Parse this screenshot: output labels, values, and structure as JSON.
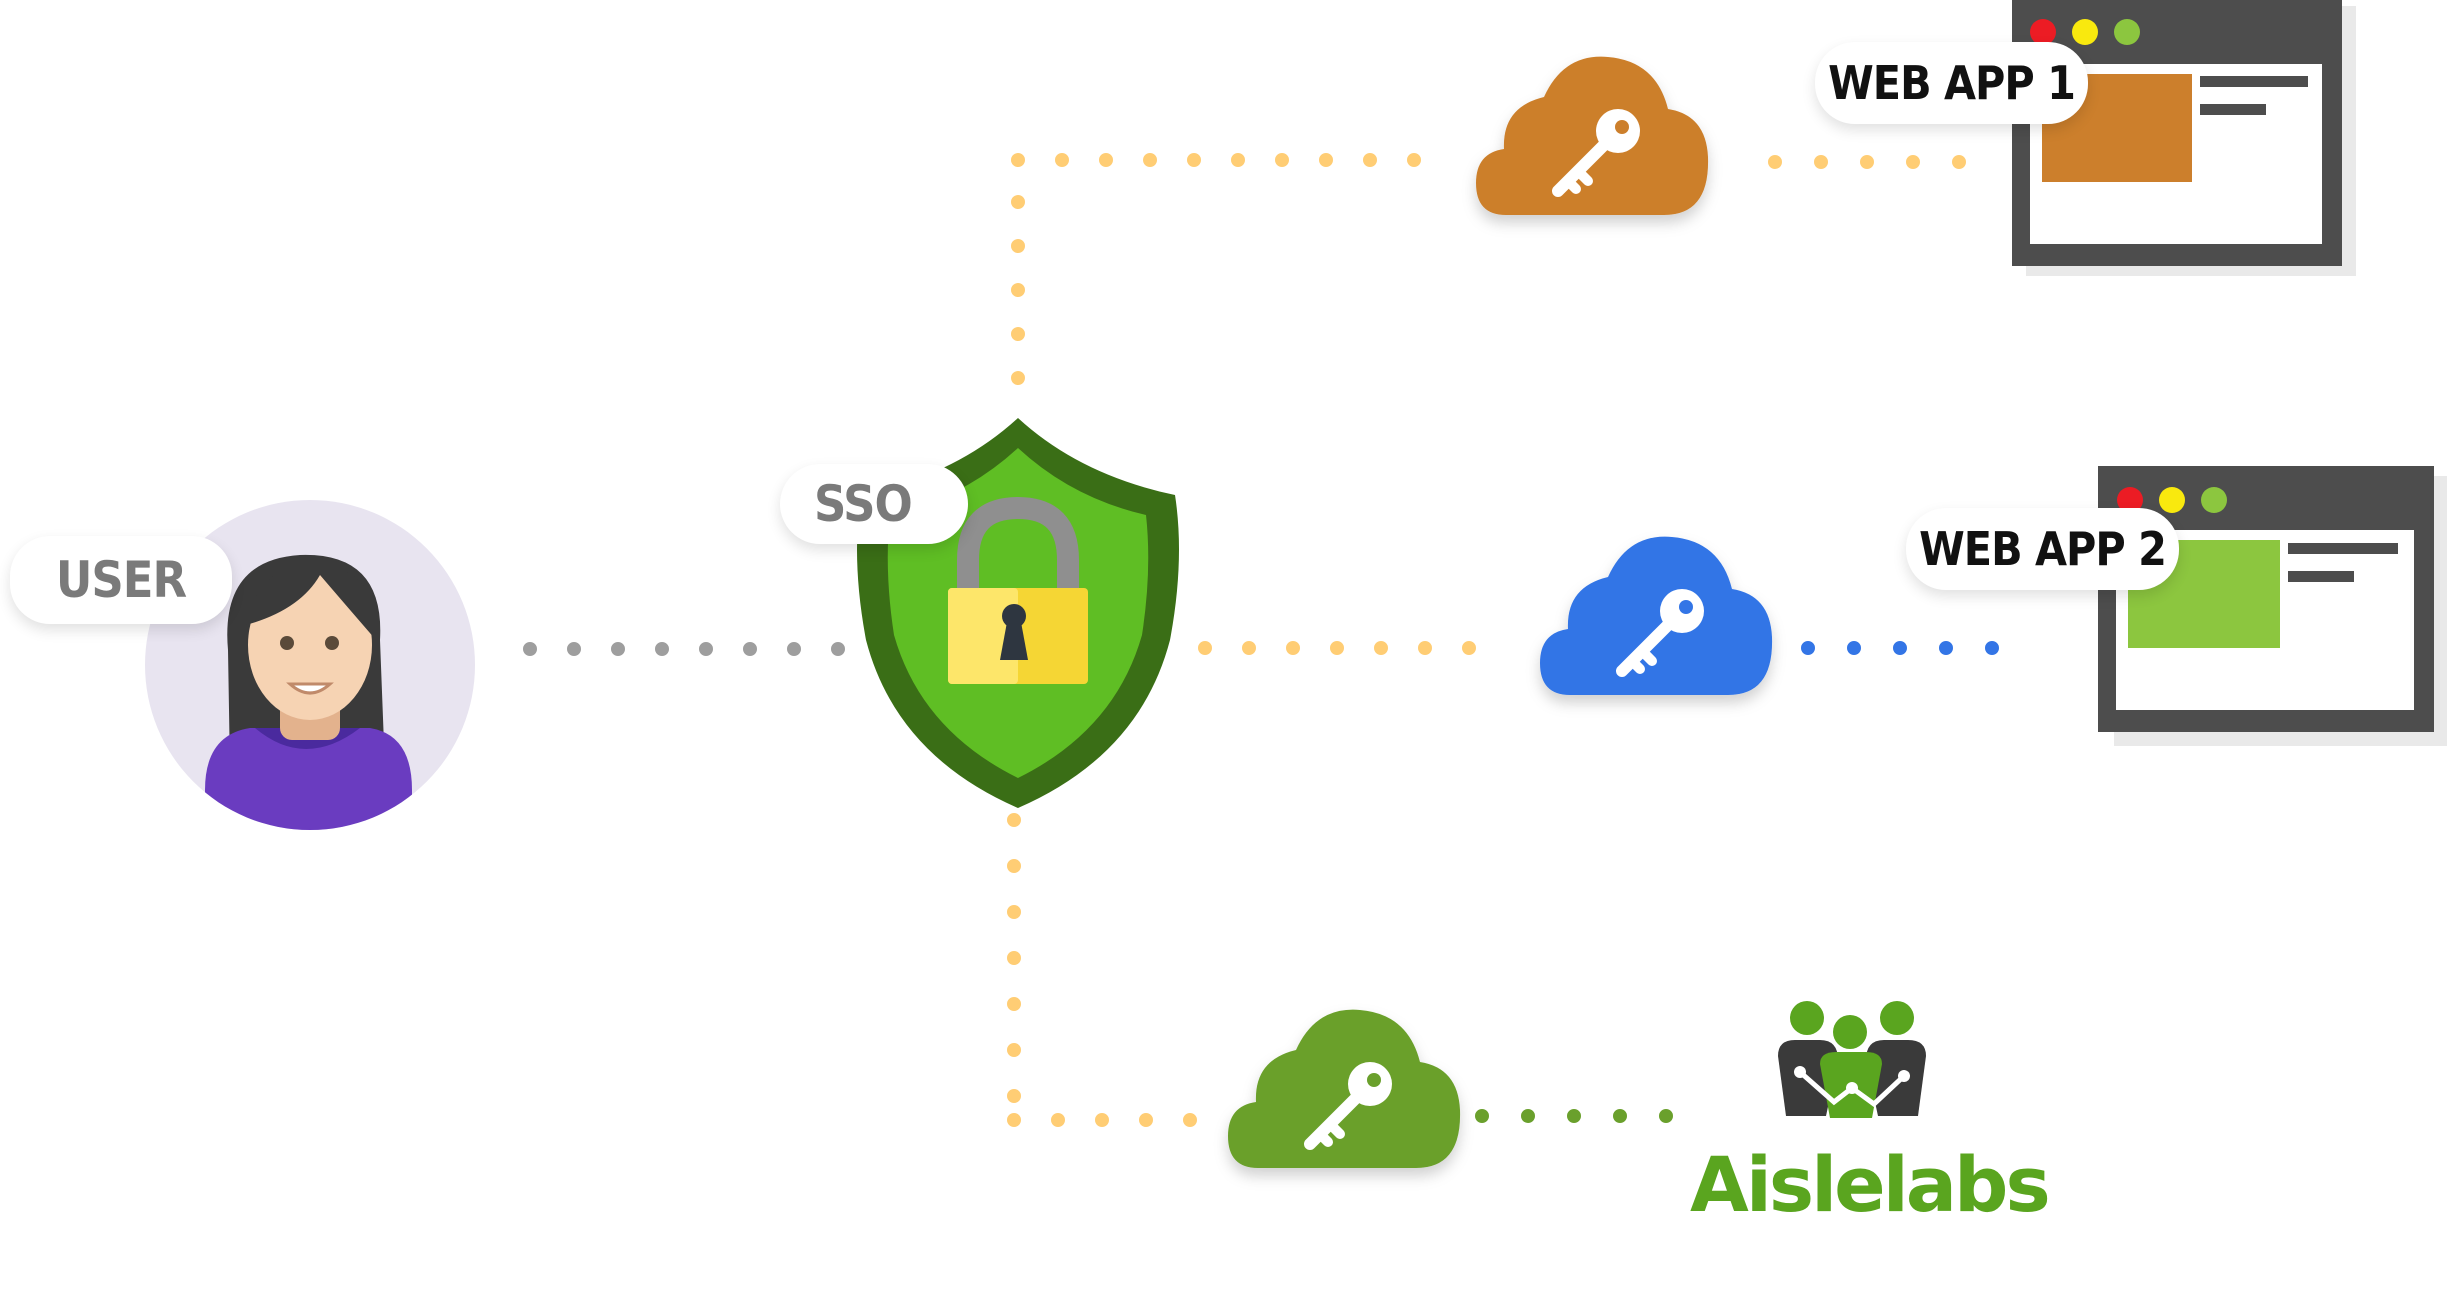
{
  "labels": {
    "user": "USER",
    "sso": "SSO",
    "web_app_1": "WEB APP 1",
    "web_app_2": "WEB APP 2"
  },
  "brand": {
    "name": "Aislelabs"
  },
  "colors": {
    "sso_connector": "#ffcd74",
    "user_connector": "#9e9e9e",
    "app1_cloud": "#cc7f2c",
    "app2_cloud": "#3375e6",
    "aislelabs_cloud": "#6aa02c",
    "app2_connector": "#3375e6",
    "aislelabs_connector": "#6aa02c",
    "shield_dark": "#3a6e16",
    "shield_light": "#5fbe24",
    "lock_body": "#f5d634",
    "browser_frame": "#4d4d4d",
    "app1_panel": "#cc7f2c",
    "app2_panel": "#8cc63f",
    "brand_green": "#5aa51f",
    "avatar_bg": "#e8e4f0",
    "shirt_purple": "#6a3cc0"
  },
  "icons": [
    "user-avatar",
    "shield-lock-icon",
    "cloud-key-icon",
    "browser-window-icon",
    "aislelabs-logo-icon"
  ]
}
